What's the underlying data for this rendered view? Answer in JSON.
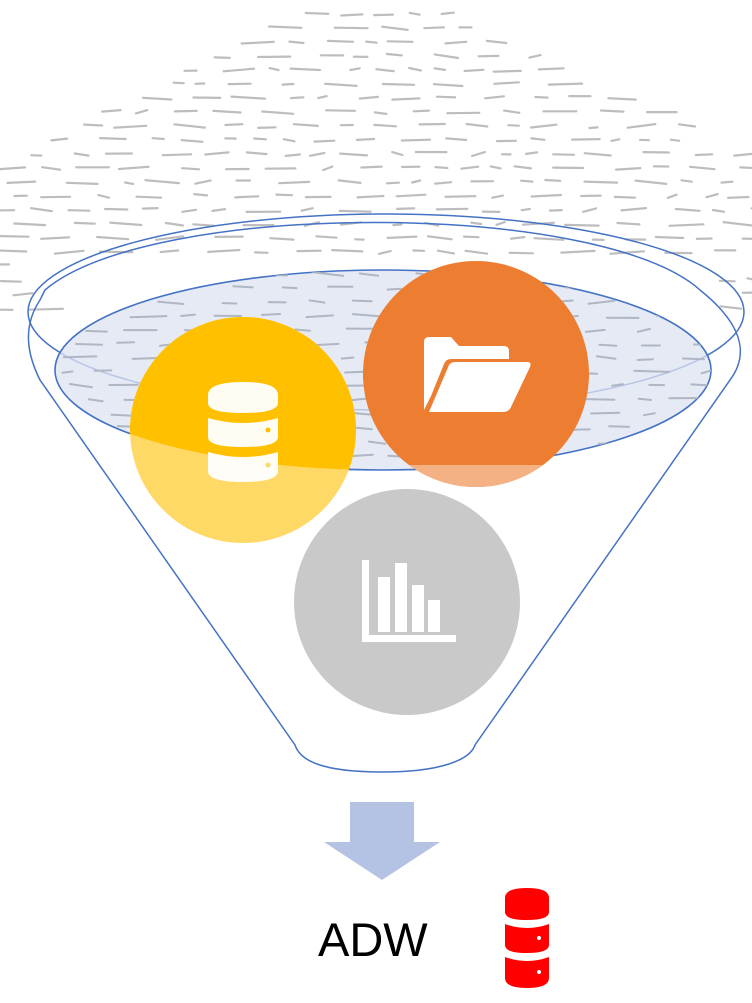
{
  "diagram": {
    "funnel": {
      "outline_color": "#4472C4",
      "fill_color": "#B4C2E3"
    },
    "circles": [
      {
        "name": "database",
        "icon": "database-icon",
        "color": "#FFC000",
        "lower_color": "#FFD966"
      },
      {
        "name": "folder",
        "icon": "folder-open-icon",
        "color": "#ED7D31",
        "lower_color": "#F4B183"
      },
      {
        "name": "chart",
        "icon": "bar-chart-icon",
        "color": "#C9C9C9"
      }
    ],
    "arrow": {
      "color": "#B4C2E3",
      "direction": "down"
    },
    "target": {
      "label": "ADW",
      "icon": "database-red-icon",
      "icon_color": "#FF0000"
    }
  }
}
